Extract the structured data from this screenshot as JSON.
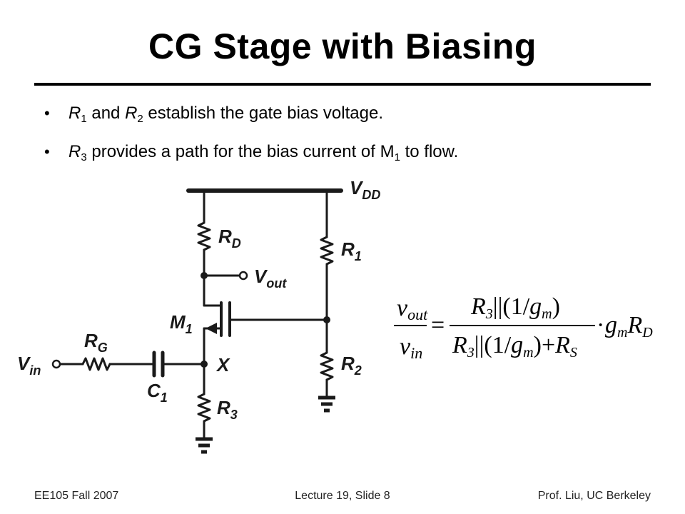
{
  "slide": {
    "title": "CG Stage with Biasing",
    "bullets": [
      {
        "parts": [
          {
            "t": "R",
            "i": true
          },
          {
            "t": "1",
            "sub": true
          },
          {
            "t": " and "
          },
          {
            "t": "R",
            "i": true
          },
          {
            "t": "2",
            "sub": true
          },
          {
            "t": " establish the gate bias voltage."
          }
        ]
      },
      {
        "parts": [
          {
            "t": "R",
            "i": true
          },
          {
            "t": "3",
            "sub": true
          },
          {
            "t": " provides a path for the bias current of M"
          },
          {
            "t": "1",
            "sub": true
          },
          {
            "t": " to flow."
          }
        ]
      }
    ],
    "bullet_symbol": "•"
  },
  "circuit": {
    "labels": {
      "vdd": "V",
      "vdd_sub": "DD",
      "rd": "R",
      "rd_sub": "D",
      "r1": "R",
      "r1_sub": "1",
      "vout": "V",
      "vout_sub": "out",
      "m1": "M",
      "m1_sub": "1",
      "rg": "R",
      "rg_sub": "G",
      "vin": "V",
      "vin_sub": "in",
      "x": "X",
      "c1": "C",
      "c1_sub": "1",
      "r2": "R",
      "r2_sub": "2",
      "r3": "R",
      "r3_sub": "3"
    },
    "color": "#1a1a1a"
  },
  "equation": {
    "lhs_num": "v",
    "lhs_num_sub": "out",
    "lhs_den": "v",
    "lhs_den_sub": "in",
    "equals": "=",
    "num": [
      "R",
      "3",
      "||(1/",
      "g",
      "m",
      ")"
    ],
    "den": [
      "R",
      "3",
      "||(1/",
      "g",
      "m",
      ")+",
      "R",
      "S"
    ],
    "dot": "·",
    "tail": [
      "g",
      "m",
      "R",
      "D"
    ]
  },
  "footer": {
    "left": "EE105 Fall 2007",
    "center": "Lecture 19, Slide 8",
    "right": "Prof. Liu, UC Berkeley"
  }
}
